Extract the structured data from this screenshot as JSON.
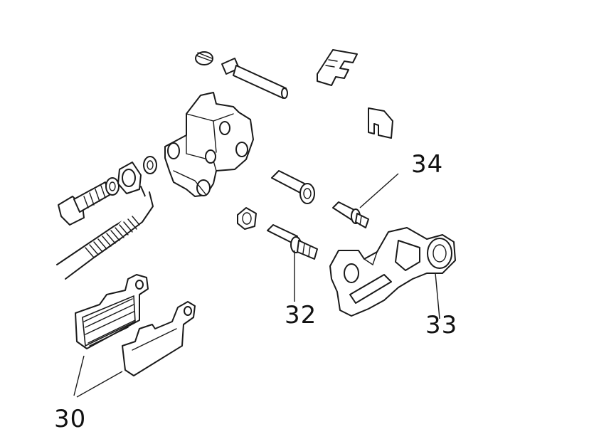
{
  "callouts": {
    "pads": "30",
    "pin": "32",
    "bracket": "33",
    "bolt": "34"
  },
  "colors": {
    "line": "#1a1a1a",
    "background": "#ffffff"
  }
}
